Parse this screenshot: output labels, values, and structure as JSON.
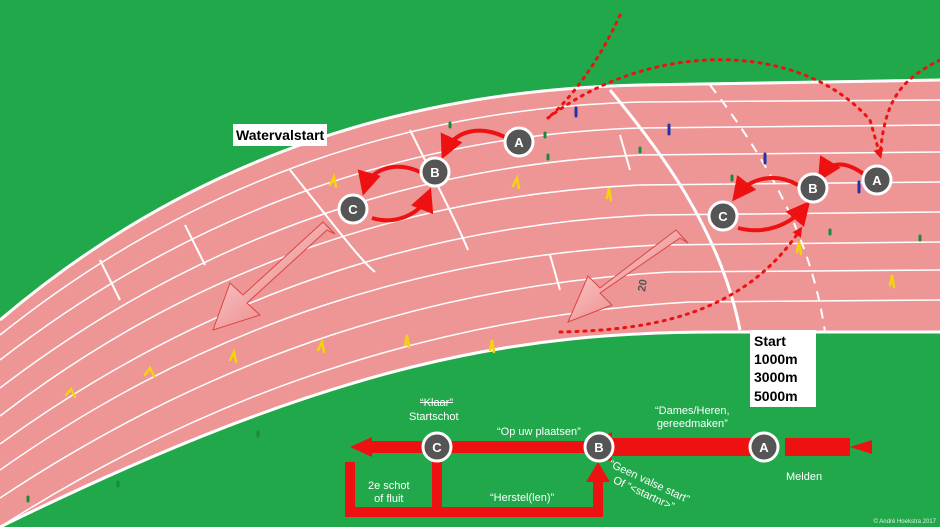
{
  "title": "Watervalstart",
  "start": {
    "heading": "Start",
    "distances": [
      "1000m",
      "3000m",
      "5000m"
    ]
  },
  "lane_marker": "20",
  "positions": {
    "a": "A",
    "b": "B",
    "c": "C"
  },
  "procedure": {
    "melden": "Melden",
    "dames_line1": "“Dames/Heren,",
    "dames_line2": "gereedmaken”",
    "op_uw_plaatsen": "“Op uw plaatsen”",
    "klaar": "“Klaar”",
    "startschot": "Startschot",
    "geen_line1": "“Geen valse start”",
    "geen_line2": "Of “<startnr>”",
    "herstel": "“Herstel(len)”",
    "tweede_line1": "2e schot",
    "tweede_line2": "of fluit"
  },
  "credit": "© André Hoekstra 2017",
  "colors": {
    "field": "#21a84a",
    "track": "#ee9596",
    "arrow": "#ee1111",
    "lane_line": "#ffffff"
  }
}
